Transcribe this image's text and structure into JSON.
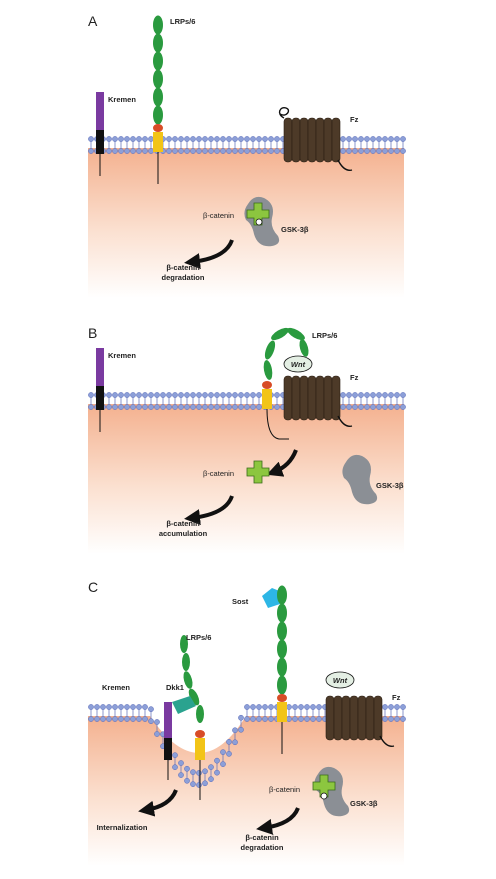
{
  "colors": {
    "membrane_head": "#8c9fd8",
    "membrane_stroke": "#5a6ab8",
    "cytoplasm_top": "#f4b18f",
    "cytoplasm_bottom": "#ffffff",
    "lrp_bead": "#2a9a3f",
    "lrp_red": "#d84c27",
    "lrp_yellow": "#f2c417",
    "kremen_purple": "#7a3aa0",
    "fz_brown": "#4d3a28",
    "gsk_gray": "#8b8f95",
    "catenin_green": "#8cc63f",
    "wnt_fill": "#e4efe4",
    "dkk_teal": "#2aa38f",
    "sost_blue": "#2db6e5",
    "arrow_black": "#111111"
  },
  "panels": [
    {
      "letter": "A",
      "labels": {
        "lrp": "LRPs/6",
        "kremen": "Kremen",
        "fz": "Fz",
        "catenin": "β-catenin",
        "gsk": "GSK-3β",
        "outcome_line1": "β-catenin",
        "outcome_line2": "degradation"
      }
    },
    {
      "letter": "B",
      "labels": {
        "lrp": "LRPs/6",
        "kremen": "Kremen",
        "wnt": "Wnt",
        "fz": "Fz",
        "catenin": "β-catenin",
        "gsk": "GSK-3β",
        "outcome_line1": "β-catenin",
        "outcome_line2": "accumulation"
      }
    },
    {
      "letter": "C",
      "labels": {
        "sost": "Sost",
        "lrp": "LRPs/6",
        "kremen": "Kremen",
        "dkk": "Dkk1",
        "wnt": "Wnt",
        "fz": "Fz",
        "catenin": "β-catenin",
        "gsk": "GSK-3β",
        "internalization": "Internalization",
        "outcome_line1": "β-catenin",
        "outcome_line2": "degradation"
      }
    }
  ]
}
